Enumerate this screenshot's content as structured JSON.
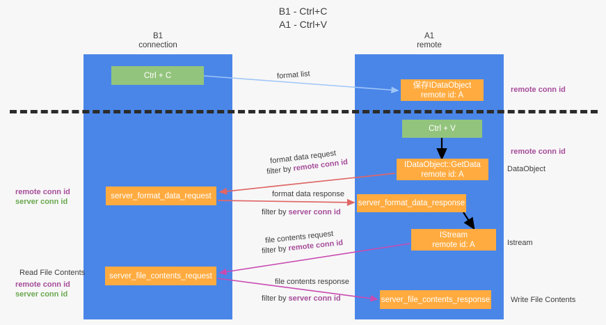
{
  "title": {
    "line1": "B1 - Ctrl+C",
    "line2": "A1 - Ctrl+V"
  },
  "lanes": [
    {
      "id": "b1",
      "name": "B1",
      "role": "connection",
      "color": "#4a86e8"
    },
    {
      "id": "a1",
      "name": "A1",
      "role": "remote",
      "color": "#4a86e8"
    }
  ],
  "nodes": {
    "ctrl_c": {
      "label": "Ctrl + C",
      "sub": "",
      "color": "#93c47d"
    },
    "idataobject": {
      "label": "保存IDataObject",
      "sub": "remote id: A",
      "color": "#ffab40"
    },
    "ctrl_v": {
      "label": "Ctrl + V",
      "sub": "",
      "color": "#93c47d"
    },
    "getdata": {
      "label": "IDataObject::GetData",
      "sub": "remote id: A",
      "color": "#ffab40"
    },
    "server_format_data_request": {
      "label": "server_format_data_request",
      "sub": "",
      "color": "#ffab40"
    },
    "server_format_data_response": {
      "label": "server_format_data_response",
      "sub": "",
      "color": "#ffab40"
    },
    "istream": {
      "label": "IStream",
      "sub": "remote id: A",
      "color": "#ffab40"
    },
    "server_file_contents_request": {
      "label": "server_file_contents_request",
      "sub": "",
      "color": "#ffab40"
    },
    "server_file_contents_response": {
      "label": "server_file_contents_response",
      "sub": "",
      "color": "#ffab40"
    }
  },
  "edges": [
    {
      "id": "format_list",
      "label": "format list",
      "filter": "",
      "color": "#9fc5f8"
    },
    {
      "id": "format_data_request",
      "label": "format data request",
      "filter_prefix": "filter by ",
      "filter_key": "remote conn id",
      "color": "#e06666"
    },
    {
      "id": "format_data_response",
      "label": "format data response",
      "filter_prefix": "filter by ",
      "filter_key": "server conn id",
      "color": "#e06666"
    },
    {
      "id": "file_contents_request",
      "label": "file contents request",
      "filter_prefix": "filter by ",
      "filter_key": "remote conn id",
      "color": "#c94ab0"
    },
    {
      "id": "file_contents_response",
      "label": "file contents response",
      "filter_prefix": "filter by ",
      "filter_key": "server conn id",
      "color": "#c94ab0"
    }
  ],
  "annotations": {
    "remote_conn_id_top": "remote conn id",
    "remote_conn_id_mid": "remote conn id",
    "dataobject": "DataObject",
    "istream": "Istream",
    "write_file_contents": "Write File Contents",
    "read_file_contents": "Read File Contents",
    "left_remote_conn_id_1": "remote conn id",
    "left_server_conn_id_1": "server conn id",
    "left_remote_conn_id_2": "remote conn id",
    "left_server_conn_id_2": "server conn id"
  },
  "colors": {
    "lane": "#4a86e8",
    "node_green": "#93c47d",
    "node_orange": "#ffab40",
    "accent_purple": "#a64d9a",
    "accent_green": "#6aa84f",
    "arrow_blue": "#9fc5f8",
    "arrow_red": "#e06666",
    "arrow_magenta": "#c94ab0",
    "arrow_black": "#000000",
    "divider": "#2b2b2b",
    "background": "#f7f7f7"
  }
}
